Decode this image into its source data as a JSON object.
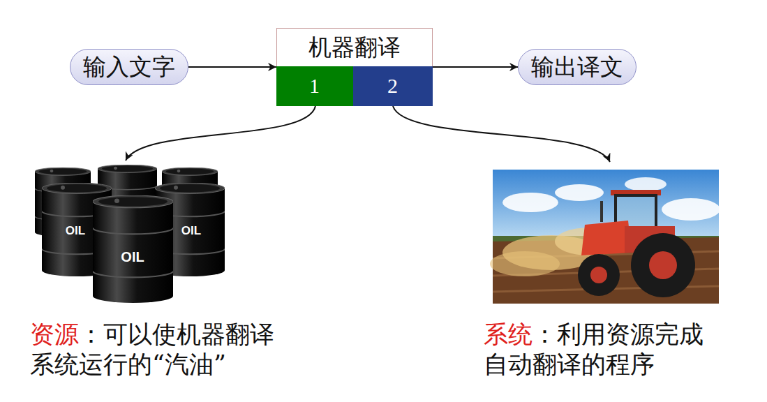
{
  "diagram": {
    "nodes": [
      {
        "text": [
          "输入文字"
        ]
      },
      {
        "text": [
          "机器翻译"
        ]
      },
      {
        "text": [
          "1"
        ],
        "in": 1
      },
      {
        "text": [
          "2"
        ],
        "in": 1
      },
      {
        "text": [
          "输出译文"
        ]
      }
    ],
    "edges": [
      {
        "from": 0,
        "to": 1,
        "arrow": "to"
      },
      {
        "from": 1,
        "to": 4,
        "arrow": "to"
      }
    ],
    "labels": [
      "OIL",
      "OIL",
      "OIL",
      "资源",
      "：可以使机器翻译系统运行的“汽油”",
      "系统",
      "：利用资源完成自动翻译的程序"
    ]
  }
}
